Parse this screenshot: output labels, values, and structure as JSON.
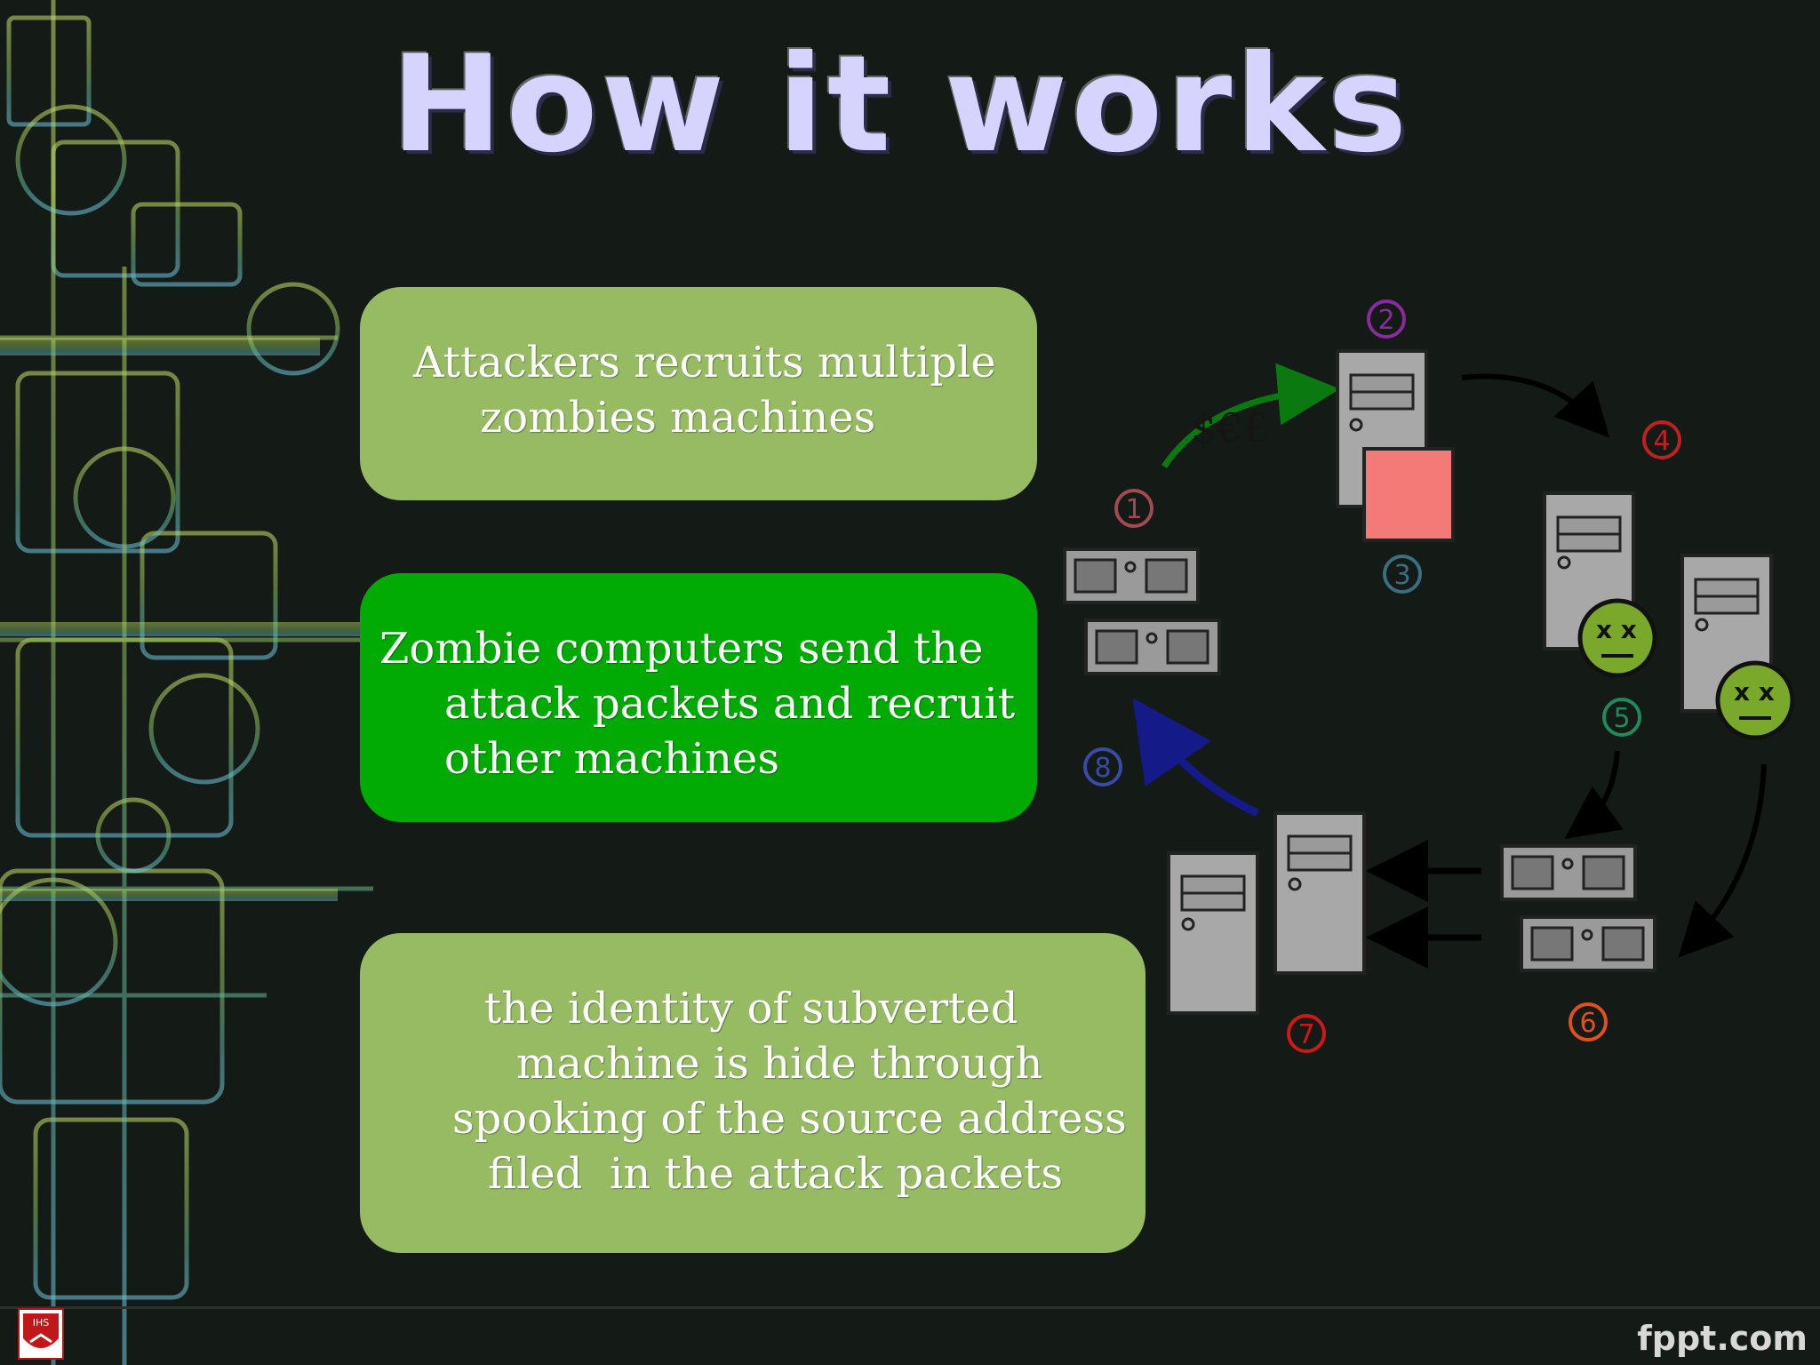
{
  "title": "How it works",
  "boxes": {
    "box1": {
      "lines": [
        "Attackers recruits multiple",
        "zombies machines"
      ]
    },
    "box2": {
      "lines": [
        "Zombie computers send the",
        "attack packets and recruit",
        "other machines"
      ]
    },
    "box3": {
      "lines": [
        "the identity of subverted",
        "machine is hide through",
        "spooking of the source address",
        "filed  in the attack packets"
      ]
    }
  },
  "diagram": {
    "currency": "$€£",
    "steps": [
      "1",
      "2",
      "3",
      "4",
      "5",
      "6",
      "7",
      "8"
    ]
  },
  "footer": {
    "brand": "fppt.com",
    "logo_text": "IHS"
  },
  "colors": {
    "title": "#d6d4ff",
    "box_light": "#96bb63",
    "box_dark": "#02aa04",
    "step1": "#a04a52",
    "step2": "#8a2aa0",
    "step3": "#3a6e80",
    "step4": "#c0201f",
    "step5": "#1f8a5a",
    "step6": "#e0501a",
    "step7": "#d01818",
    "step8": "#3a4aa8"
  }
}
